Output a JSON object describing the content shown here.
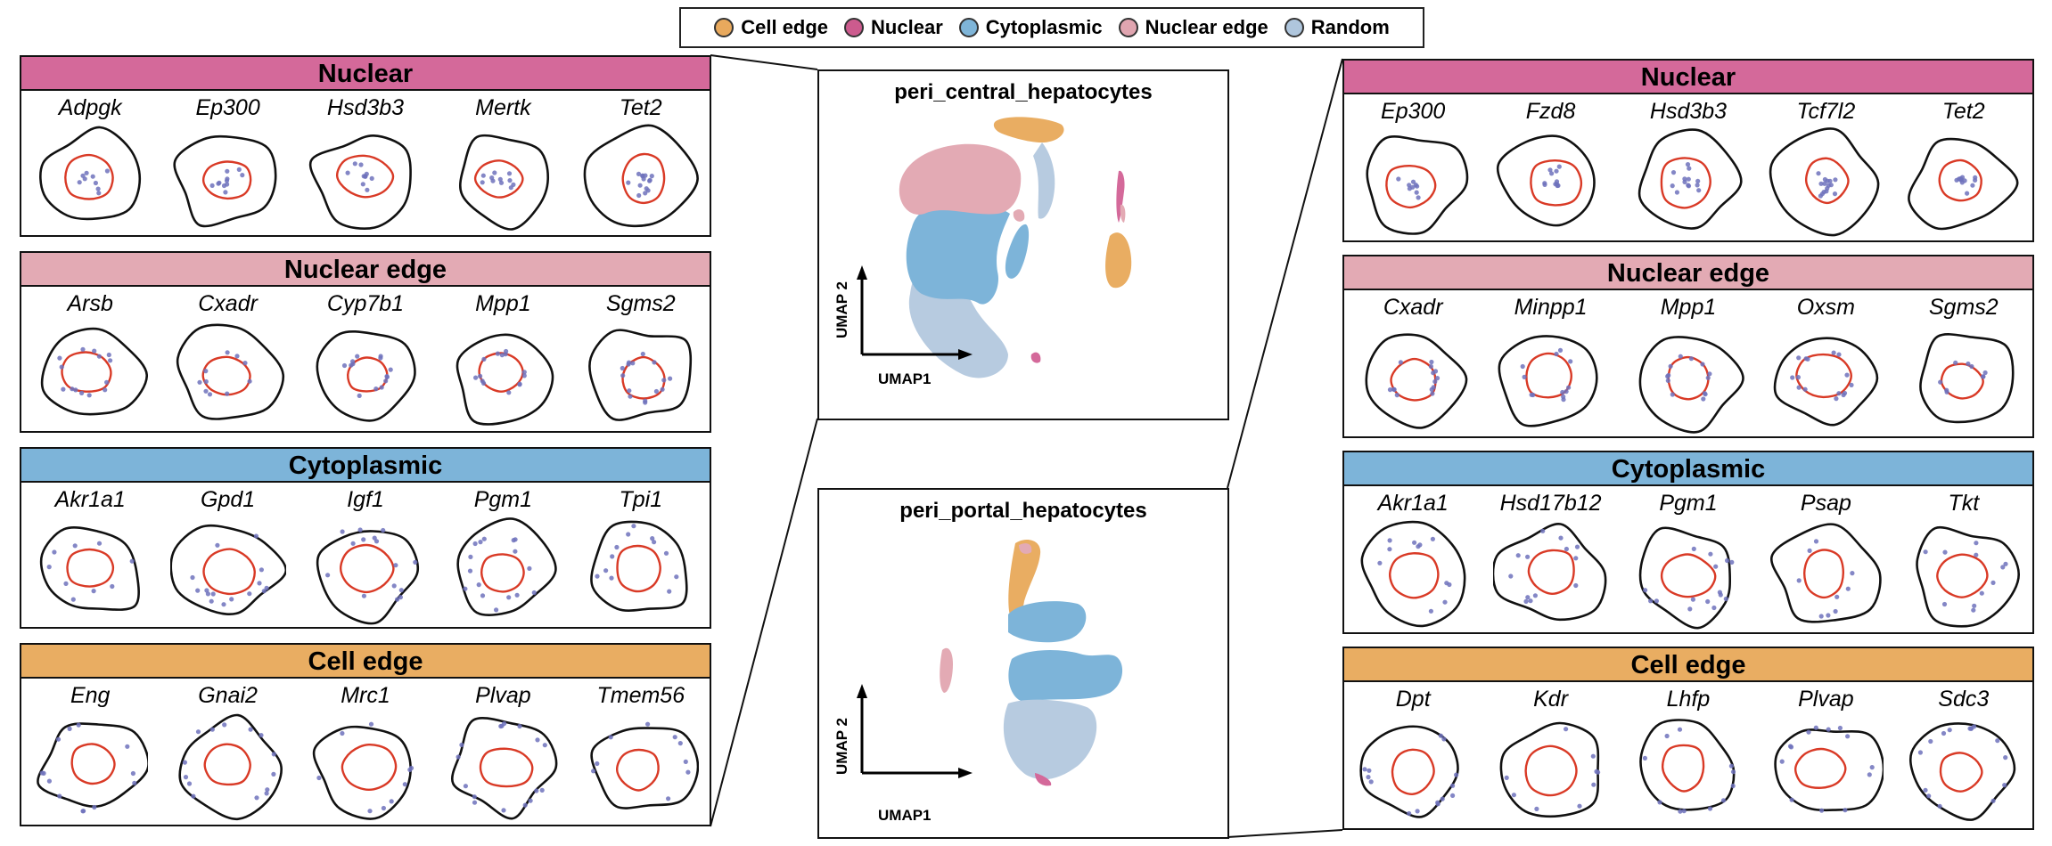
{
  "legend": [
    {
      "label": "Cell edge",
      "color": "#E8A95D"
    },
    {
      "label": "Nuclear",
      "color": "#CC5B8E"
    },
    {
      "label": "Cytoplasmic",
      "color": "#7FB5D8"
    },
    {
      "label": "Nuclear edge",
      "color": "#E0A5B0"
    },
    {
      "label": "Random",
      "color": "#AFC6DD"
    }
  ],
  "colors": {
    "nuclear": "#D4699A",
    "nuclear_edge": "#E3AAB4",
    "cytoplasmic": "#7DB4D9",
    "cell_edge": "#E9AD62",
    "random": "#B7CBE0",
    "membrane": "#111111",
    "nucleus": "#D93A26",
    "dots": "#6F72BC"
  },
  "umaps": [
    {
      "title": "peri_central_hepatocytes",
      "xlabel": "UMAP1",
      "ylabel": "UMAP 2"
    },
    {
      "title": "peri_portal_hepatocytes",
      "xlabel": "UMAP1",
      "ylabel": "UMAP 2"
    }
  ],
  "left_panels": [
    {
      "title": "Nuclear",
      "class": "nuclear",
      "genes": [
        "Adpgk",
        "Ep300",
        "Hsd3b3",
        "Mertk",
        "Tet2"
      ]
    },
    {
      "title": "Nuclear edge",
      "class": "nuclear_edge",
      "genes": [
        "Arsb",
        "Cxadr",
        "Cyp7b1",
        "Mpp1",
        "Sgms2"
      ]
    },
    {
      "title": "Cytoplasmic",
      "class": "cytoplasmic",
      "genes": [
        "Akr1a1",
        "Gpd1",
        "Igf1",
        "Pgm1",
        "Tpi1"
      ]
    },
    {
      "title": "Cell edge",
      "class": "cell_edge",
      "genes": [
        "Eng",
        "Gnai2",
        "Mrc1",
        "Plvap",
        "Tmem56"
      ]
    }
  ],
  "right_panels": [
    {
      "title": "Nuclear",
      "class": "nuclear",
      "genes": [
        "Ep300",
        "Fzd8",
        "Hsd3b3",
        "Tcf7l2",
        "Tet2"
      ]
    },
    {
      "title": "Nuclear edge",
      "class": "nuclear_edge",
      "genes": [
        "Cxadr",
        "Minpp1",
        "Mpp1",
        "Oxsm",
        "Sgms2"
      ]
    },
    {
      "title": "Cytoplasmic",
      "class": "cytoplasmic",
      "genes": [
        "Akr1a1",
        "Hsd17b12",
        "Pgm1",
        "Psap",
        "Tkt"
      ]
    },
    {
      "title": "Cell edge",
      "class": "cell_edge",
      "genes": [
        "Dpt",
        "Kdr",
        "Lhfp",
        "Plvap",
        "Sdc3"
      ]
    }
  ]
}
